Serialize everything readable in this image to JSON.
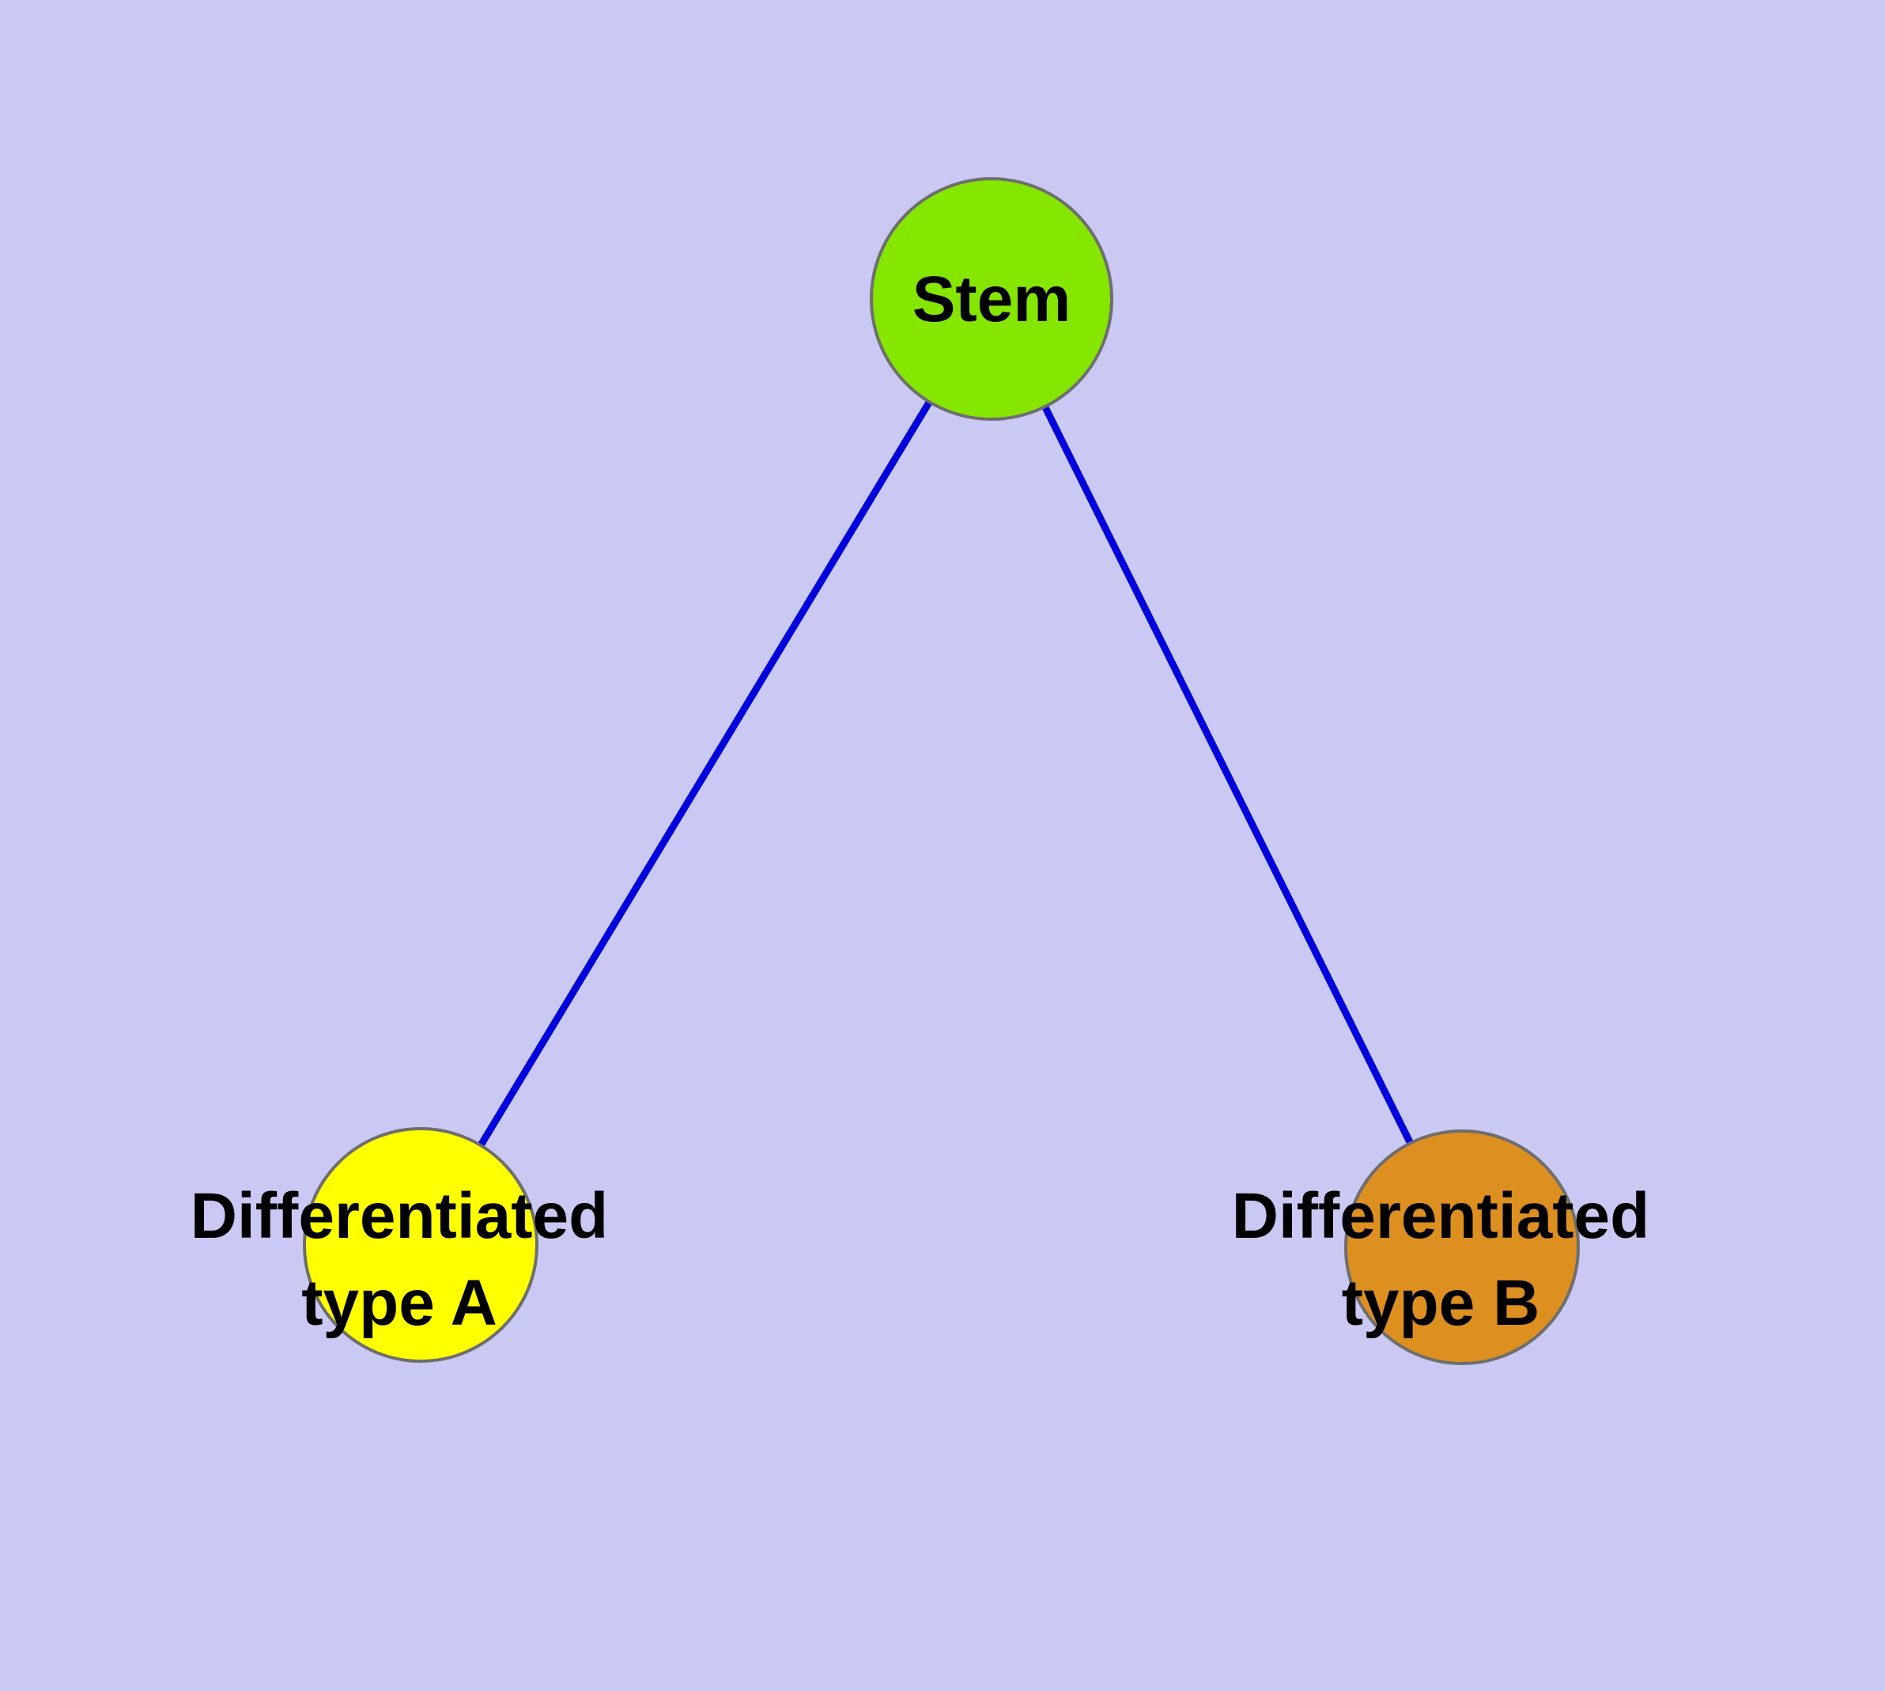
{
  "diagram": {
    "background_color": "#c9c9f3",
    "edge_color": "#0000dd",
    "node_border_color": "#6e6e6e",
    "text_color": "#000000",
    "nodes": [
      {
        "id": "stem",
        "label": "Stem",
        "fill": "#85e600"
      },
      {
        "id": "differentiated-type-a",
        "label_line1": "Differentiated",
        "label_line2": "type A",
        "fill": "#ffff00"
      },
      {
        "id": "differentiated-type-b",
        "label_line1": "Differentiated",
        "label_line2": "type B",
        "fill": "#dd8f20"
      }
    ],
    "edges": [
      {
        "from": "stem",
        "to": "differentiated-type-a"
      },
      {
        "from": "stem",
        "to": "differentiated-type-b"
      }
    ]
  }
}
